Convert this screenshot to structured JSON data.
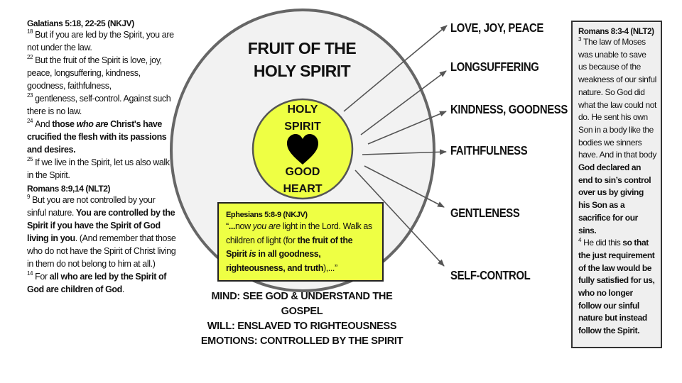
{
  "left_panel": {
    "galatians": {
      "ref": "Galatians 5:18, 22-25 (NKJV)",
      "v18_num": "18",
      "v18": "But if you are led by the Spirit, you are not under the law.",
      "v22_num": "22",
      "v22": "But the fruit of the Spirit is love, joy, peace, longsuffering, kindness, goodness, faithfulness,",
      "v23_num": "23",
      "v23": "gentleness, self-control. Against such there is no law.",
      "v24_num": "24",
      "v24_a": "And ",
      "v24_b": "those ",
      "v24_c": "who are",
      "v24_d": " Christ's have crucified the flesh with its passions and desires.",
      "v25_num": "25",
      "v25": "If we live in the Spirit, let us also walk in the Spirit."
    },
    "romans9": {
      "ref": "Romans 8:9,14 (NLT2)",
      "v9_num": "9",
      "v9_a": "But you are not controlled by your sinful nature. ",
      "v9_b": "You are controlled by the Spirit if you have the Spirit of God living in you",
      "v9_c": ". (And remember that those who do not have the Spirit of Christ living in them do not belong to him at all.)",
      "v14_num": "14",
      "v14_a": "For ",
      "v14_b": "all who are led by the Spirit of God are children of God",
      "v14_c": "."
    }
  },
  "diagram": {
    "title_line1": "FRUIT OF THE",
    "title_line2": "HOLY SPIRIT",
    "inner_top1": "HOLY",
    "inner_top2": "SPIRIT",
    "inner_bottom1": "GOOD",
    "inner_bottom2": "HEART",
    "icon": "heart-icon",
    "fruits": [
      "LOVE, JOY, PEACE",
      "LONGSUFFERING",
      "KINDNESS, GOODNESS",
      "FAITHFULNESS",
      "GENTLENESS",
      "SELF-CONTROL"
    ],
    "colors": {
      "inner": "#eeff44",
      "outer": "#f2f2f2",
      "stroke": "#666666"
    }
  },
  "ephesians": {
    "ref": "Ephesians 5:8-9 (NKJV)",
    "q1": "“",
    "q2": "...",
    "q3": "now ",
    "q4": "you are",
    "q5": " light in the Lord. Walk as children of light (for ",
    "q6": "the fruit of the Spirit ",
    "q7": "is",
    "q8": " in all goodness, righteousness, and truth",
    "q9": "),...”"
  },
  "summary": {
    "mind": "MIND: SEE GOD & UNDERSTAND THE GOSPEL",
    "will": "WILL: ENSLAVED TO RIGHTEOUSNESS",
    "emotions": "EMOTIONS: CONTROLLED BY THE SPIRIT"
  },
  "right_panel": {
    "ref": "Romans 8:3-4 (NLT2)",
    "v3_num": "3",
    "v3_a": "The law of Moses was unable to save us because of the weakness of our sinful nature. So God did what the law could not do. He sent his own Son in a body like the bodies we sinners have. And in that body ",
    "v3_b": "God declared an end to sin’s control over us by giving his Son as a sacrifice for our sins.",
    "v4_num": "4",
    "v4_a": "He did this ",
    "v4_b": "so that the just requirement of the law would be fully satisfied for us, who no longer follow our sinful nature but instead follow the Spirit."
  }
}
